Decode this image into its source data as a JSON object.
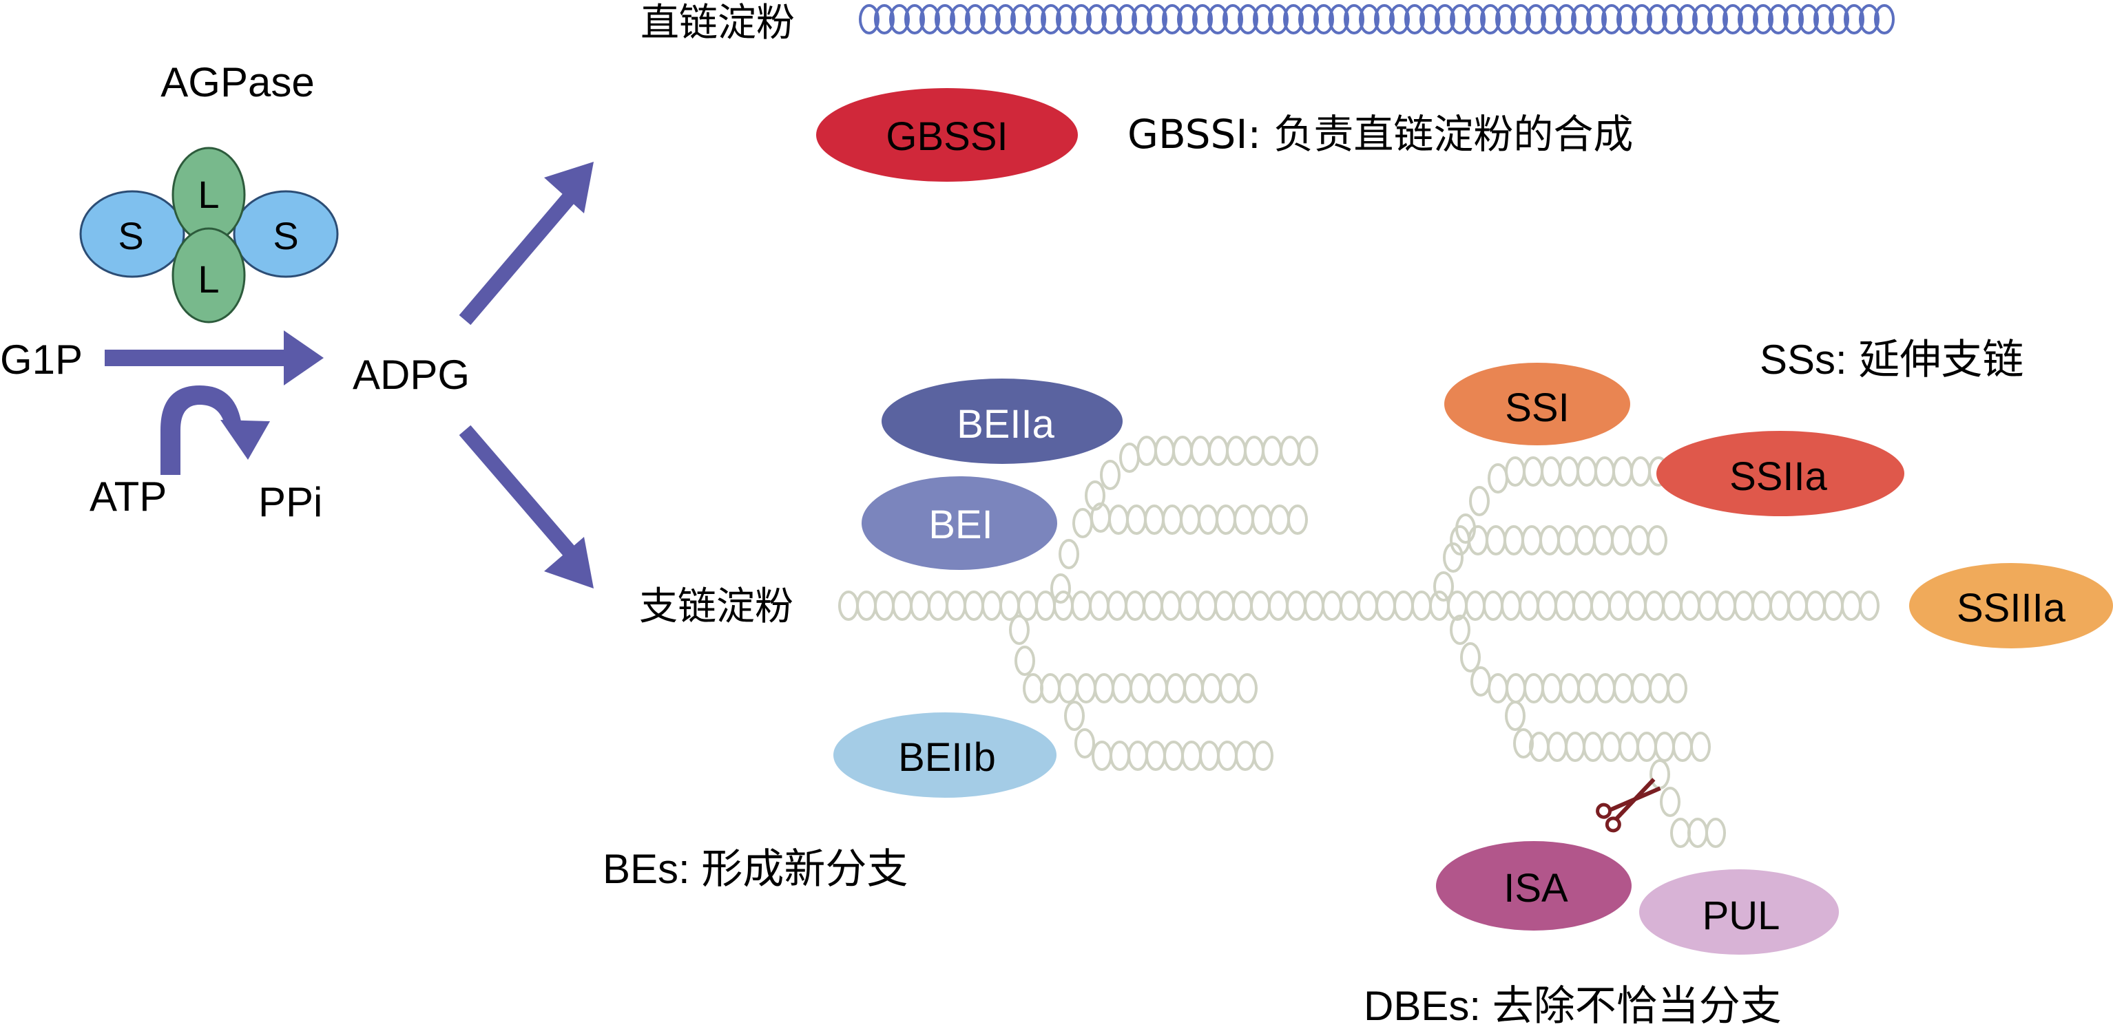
{
  "agpase": {
    "title": "AGPase",
    "small_subunit": "S",
    "large_subunit": "L"
  },
  "reaction": {
    "substrate": "G1P",
    "product": "ADPG",
    "cofactor_in": "ATP",
    "cofactor_out": "PPi"
  },
  "amylose": {
    "label": "直链淀粉",
    "enzyme": "GBSSI",
    "description": "GBSSI: 负责直链淀粉的合成"
  },
  "amylopectin": {
    "label": "支链淀粉"
  },
  "branching": {
    "enzymes": [
      "BEIIa",
      "BEI",
      "BEIIb"
    ],
    "description": "BEs: 形成新分支"
  },
  "synthases": {
    "enzymes": [
      "SSI",
      "SSIIa",
      "SSIIIa"
    ],
    "description": "SSs: 延伸支链"
  },
  "debranching": {
    "enzymes": [
      "ISA",
      "PUL"
    ],
    "description": "DBEs: 去除不恰当分支"
  },
  "colors": {
    "arrow": "#5b5aa8",
    "small_subunit": "#7fc0ee",
    "large_subunit": "#78b98c",
    "amylose_chain": "#5b6fc0",
    "amylopectin_chain": "#cfd2c3",
    "GBSSI": "#d0283a",
    "BEIIa": "#5a63a0",
    "BEI": "#7b85bd",
    "BEIIb": "#a4cce6",
    "SSI": "#e98552",
    "SSIIa": "#df584b",
    "SSIIIa": "#f0aa5a",
    "ISA": "#b2568b",
    "PUL": "#d8b3d6",
    "scissors": "#7a1e22"
  }
}
